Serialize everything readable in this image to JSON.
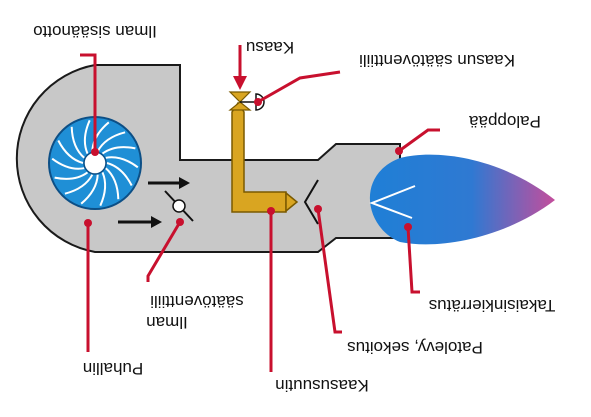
{
  "labels": {
    "air_intake": "Ilman sisäänotto",
    "gas": "Kaasu",
    "gas_control_valve": "Kaasun säätöventtiili",
    "flame_front": "Paloppää",
    "recirculation": "Takaisinkierrätus",
    "baffle_mixing": "Patolevy, sekoitus",
    "gas_nozzle": "Kaasusuutin",
    "air_control_valve_line1": "Ilman",
    "air_control_valve_line2": "säätöventtiili",
    "fan": "Puhallin"
  },
  "colors": {
    "housing": "#c8c8c8",
    "housing_stroke": "#1a1a1a",
    "fan": "#1f8fd6",
    "gas_pipe": "#d9a521",
    "gas_pipe_stroke": "#7a5a00",
    "leader_lines": "#c8102e",
    "flame_start": "#1f7fd6",
    "flame_end": "#c44d9c"
  }
}
